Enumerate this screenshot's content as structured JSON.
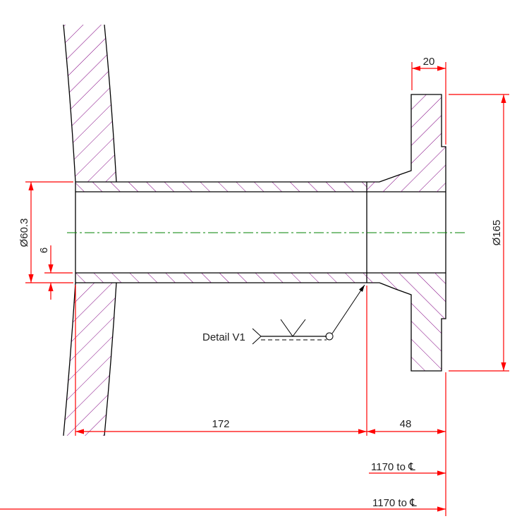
{
  "colors": {
    "outline": "#000000",
    "hatch": "#800080",
    "dimension": "#ff0000",
    "centerline": "#008000"
  },
  "dimensions": {
    "flange_thickness": "20",
    "flange_diameter": "Ø165",
    "pipe_diameter": "Ø60.3",
    "wall_thickness": "6",
    "pipe_length": "172",
    "flange_length": "48",
    "to_centerline_1": "1170 to ℄",
    "to_centerline_2": "1170 to ℄"
  },
  "weld_label": "Detail V1"
}
